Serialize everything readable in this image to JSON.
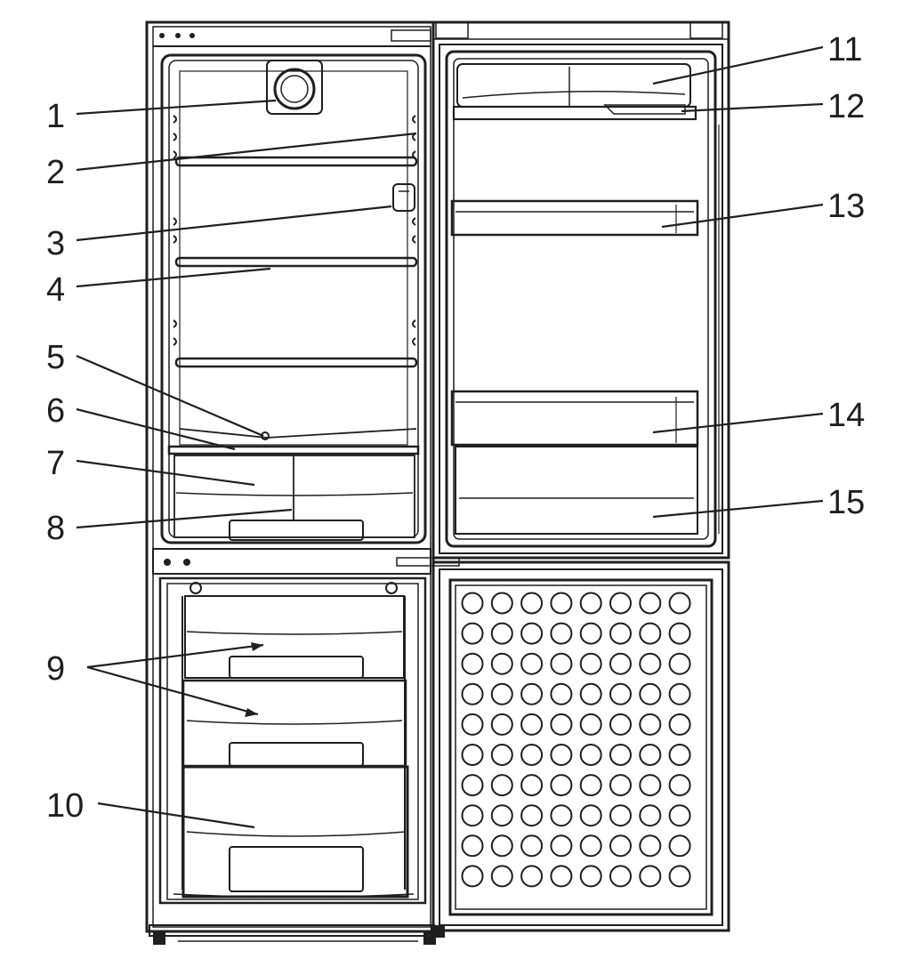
{
  "diagram": {
    "callouts": [
      {
        "id": "1",
        "label": "1"
      },
      {
        "id": "2",
        "label": "2"
      },
      {
        "id": "3",
        "label": "3"
      },
      {
        "id": "4",
        "label": "4"
      },
      {
        "id": "5",
        "label": "5"
      },
      {
        "id": "6",
        "label": "6"
      },
      {
        "id": "7",
        "label": "7"
      },
      {
        "id": "8",
        "label": "8"
      },
      {
        "id": "9",
        "label": "9"
      },
      {
        "id": "10",
        "label": "10"
      },
      {
        "id": "11",
        "label": "11"
      },
      {
        "id": "12",
        "label": "12"
      },
      {
        "id": "13",
        "label": "13"
      },
      {
        "id": "14",
        "label": "14"
      },
      {
        "id": "15",
        "label": "15"
      }
    ],
    "freezer_door_dimples": {
      "columns": 8,
      "rows": 10
    },
    "colors": {
      "line": "#1f1f1f",
      "background": "#ffffff"
    }
  }
}
